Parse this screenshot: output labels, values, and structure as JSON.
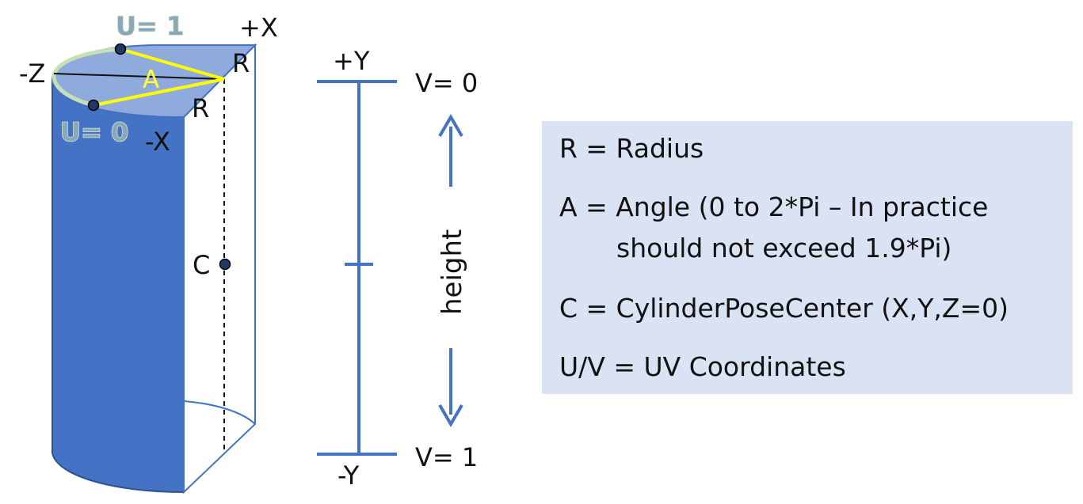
{
  "labels": {
    "u1": "U= 1",
    "plus_x": "+X",
    "minus_z": "-Z",
    "r_top": "R",
    "angle": "A",
    "r_bottom": "R",
    "u0": "U= 0",
    "minus_x": "-X",
    "center": "C",
    "plus_y": "+Y",
    "v0": "V= 0",
    "height": "height",
    "minus_y": "-Y",
    "v1": "V= 1"
  },
  "legend": {
    "radius": "R = Radius",
    "angle_line1": "A = Angle (0 to 2*Pi – In practice",
    "angle_line2": "should not exceed 1.9*Pi)",
    "center": "C = CylinderPoseCenter (X,Y,Z=0)",
    "uv": "U/V = UV Coordinates"
  },
  "colors": {
    "cylinder_blue": "#4472c4",
    "top_face": "#8faadc",
    "scale_blue": "#4472c4",
    "legend_bg": "#dae3f3",
    "angle_yellow": "#ffff00",
    "arc_green": "#c5e0b4"
  }
}
